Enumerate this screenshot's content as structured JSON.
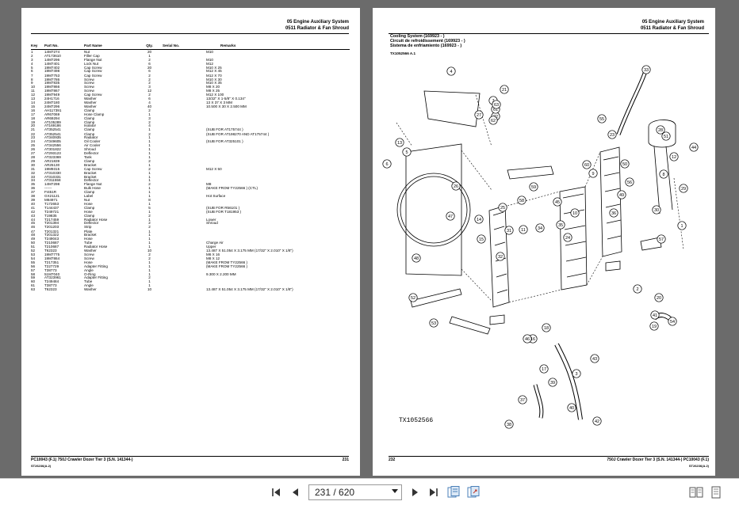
{
  "left_page": {
    "header_line1": "05 Engine Auxiliary System",
    "header_line2": "0511 Radiator & Fan Shroud",
    "columns": [
      "Key",
      "Part No.",
      "Part Name",
      "Qty.",
      "Serial No.",
      "Remarks"
    ],
    "rows": [
      [
        "1",
        "14M7274",
        "Nut",
        "20",
        "",
        "M10"
      ],
      [
        "2",
        "AT173610",
        "Filler Cap",
        "1",
        "",
        ""
      ],
      [
        "3",
        "14M7296",
        "Flange Nut",
        "2",
        "",
        "M10"
      ],
      [
        "4",
        "14M7401",
        "Lock Nut",
        "6",
        "",
        "M12"
      ],
      [
        "5",
        "19M7402",
        "Cap Screw",
        "20",
        "",
        "M10 X 25"
      ],
      [
        "6",
        "19M7498",
        "Cap Screw",
        "6",
        "",
        "M12 X 45"
      ],
      [
        "7",
        "19M7753",
        "Cap Screw",
        "2",
        "",
        "M12 X 70"
      ],
      [
        "8",
        "19M7786",
        "Screw",
        "2",
        "",
        "M10 X 30"
      ],
      [
        "9",
        "19M7835",
        "Screw",
        "2",
        "",
        "M10 X 35"
      ],
      [
        "10",
        "19M7866",
        "Screw",
        "3",
        "",
        "M8 X 20"
      ],
      [
        "11",
        "19M7867",
        "Screw",
        "12",
        "",
        "M8 X 25"
      ],
      [
        "12",
        "19M7949",
        "Cap Screw",
        "2",
        "",
        "M12 X 100"
      ],
      [
        "13",
        "24H1716",
        "Washer",
        "6",
        "",
        "13/32\" X 1-5/8\" X 0.134\""
      ],
      [
        "14",
        "24M7180",
        "Washer",
        "4",
        "",
        "13 X 37 X 3 MM"
      ],
      [
        "15",
        "24M7296",
        "Washer",
        "40",
        "",
        "10.500 X 30 X 2.500 MM"
      ],
      [
        "16",
        "AH117391",
        "Clamp",
        "2",
        "",
        ""
      ],
      [
        "17",
        "AR67069",
        "Hose Clamp",
        "1",
        "",
        ""
      ],
      [
        "18",
        "AR69294",
        "Clamp",
        "3",
        "",
        ""
      ],
      [
        "19",
        "AT105289",
        "Clamp",
        "2",
        "",
        ""
      ],
      [
        "20",
        "AT169186",
        "Isolator",
        "4",
        "",
        ""
      ],
      [
        "21",
        "AT352541",
        "Clamp",
        "1",
        "",
        "(SUB FOR AT175744 )"
      ],
      [
        "22",
        "AT352541",
        "Clamp",
        "2",
        "",
        "(SUB FOR AT198270 AND AT175744 )"
      ],
      [
        "23",
        "AT340935",
        "Radiator",
        "1",
        "",
        ""
      ],
      [
        "24",
        "AT349605",
        "Oil Cooler",
        "1",
        "",
        "(SUB FOR AT325101 )"
      ],
      [
        "25",
        "AT342556",
        "Air Cooler",
        "1",
        "",
        ""
      ],
      [
        "26",
        "AT301822",
        "Shroud",
        "1",
        "",
        ""
      ],
      [
        "27",
        "AT293123",
        "Deflector",
        "1",
        "",
        ""
      ],
      [
        "28",
        "AT323369",
        "Tank",
        "1",
        "",
        ""
      ],
      [
        "29",
        "AR21839",
        "Clamp",
        "2",
        "",
        ""
      ],
      [
        "30",
        "AR25130",
        "Bracket",
        "1",
        "",
        ""
      ],
      [
        "31",
        "19M9315",
        "Cap Screw",
        "2",
        "",
        "M12 X 50"
      ],
      [
        "32",
        "AT310330",
        "Bracket",
        "1",
        "",
        ""
      ],
      [
        "33",
        "AT310331",
        "Bracket",
        "1",
        "",
        ""
      ],
      [
        "34",
        "AT311558",
        "Deflector",
        "1",
        "",
        ""
      ],
      [
        "35",
        "14M7298",
        "Flange Nut",
        "2",
        "",
        "M8"
      ],
      [
        "36",
        "------",
        "Bulk Hose",
        "1",
        "",
        "(MAKE FROM TY22566 ) (CTL)"
      ],
      [
        "37",
        "FI451R",
        "Clamp",
        "1",
        "",
        ""
      ],
      [
        "38",
        "GX21121",
        "Label",
        "1",
        "",
        "Hot Surface"
      ],
      [
        "39",
        "M84971",
        "Nut",
        "8",
        "",
        ""
      ],
      [
        "40",
        "T172653",
        "Hose",
        "1",
        "",
        ""
      ],
      [
        "41",
        "T144437",
        "Clamp",
        "5",
        "",
        "(SUB FOR R56101 )"
      ],
      [
        "42",
        "T249721",
        "Hose",
        "1",
        "",
        "(SUB FOR T181953 )"
      ],
      [
        "43",
        "T19835",
        "Clamp",
        "2",
        "",
        ""
      ],
      [
        "44",
        "T217459",
        "Radiator Hose",
        "1",
        "",
        "Lower"
      ],
      [
        "45",
        "T201394",
        "Deflector",
        "2",
        "",
        "Shroud"
      ],
      [
        "46",
        "T201203",
        "Strip",
        "2",
        "",
        ""
      ],
      [
        "47",
        "T201321",
        "Plate",
        "1",
        "",
        ""
      ],
      [
        "48",
        "T201322",
        "Bracket",
        "1",
        "",
        ""
      ],
      [
        "49",
        "T249043",
        "Hose",
        "1",
        "",
        ""
      ],
      [
        "50",
        "T210687",
        "Tube",
        "1",
        "",
        "Charge Air"
      ],
      [
        "51",
        "T210687",
        "Radiator Hose",
        "1",
        "",
        "Upper"
      ],
      [
        "52",
        "T62323",
        "Washer",
        "10",
        "",
        "13.487 X 51.054 X 3.175 MM (17/32\" X 2.010\" X 1/8\")"
      ],
      [
        "53",
        "19M7775",
        "Screw",
        "2",
        "",
        "M6 X 16"
      ],
      [
        "54",
        "19M7864",
        "Screw",
        "2",
        "",
        "M8 X 12"
      ],
      [
        "55",
        "T217351",
        "Hose",
        "1",
        "",
        "(MAKE FROM TY22566 )"
      ],
      [
        "56",
        "T227729",
        "Adapter Fitting",
        "1",
        "",
        "(MAKE FROM TY22566 )"
      ],
      [
        "57",
        "T38773",
        "Angle",
        "1",
        "",
        ""
      ],
      [
        "58",
        "51M7040",
        "O-Ring",
        "1",
        "",
        "9.300 X 2.200 MM"
      ],
      [
        "59",
        "AT323961",
        "Adapter Fitting",
        "2",
        "",
        ""
      ],
      [
        "60",
        "T249484",
        "Tube",
        "1",
        "",
        ""
      ],
      [
        "61",
        "T38773",
        "Angle",
        "1",
        "",
        ""
      ],
      [
        "63",
        "T62323",
        "Washer",
        "10",
        "",
        "13.487 X 51.054 X 3.175 MM (17/32\" X 2.010\" X 1/8\")"
      ]
    ],
    "footer_left": "PC10043   (F.1)      750J Crawler Dozer Tier 3 (S.N. 141344-)",
    "footer_page": "231",
    "footer_code": "ST26236(A.2)"
  },
  "right_page": {
    "header_line1": "05 Engine Auxiliary System",
    "header_line2": "0511 Radiator & Fan Shroud",
    "title_en": "Cooling System (169923 - )",
    "title_fr": "Circuit de refroidissement (169923 - )",
    "title_es": "Sistema de enfriamiento (169923 - )",
    "figure_id": "TX1052566 A.1",
    "figure_ref": "TX1052566",
    "footer_page": "232",
    "footer_right": "750J Crawler Dozer Tier 3 (S.N. 141344-)    PC10043   (F.1)",
    "footer_code": "ST26236(A.2)",
    "callouts": [
      "1",
      "2",
      "3",
      "4",
      "5",
      "6",
      "7",
      "8",
      "9",
      "10",
      "11",
      "12",
      "13",
      "14",
      "15",
      "16",
      "17",
      "18",
      "19",
      "20",
      "21",
      "22",
      "23",
      "24",
      "25",
      "26",
      "27",
      "28",
      "29",
      "30",
      "31",
      "32",
      "33",
      "34",
      "35",
      "36",
      "37",
      "38",
      "39",
      "40",
      "41",
      "42",
      "43",
      "44",
      "45",
      "46",
      "47",
      "48",
      "49",
      "50",
      "51",
      "52",
      "53",
      "54",
      "55",
      "56",
      "57",
      "58",
      "59",
      "60",
      "61",
      "62",
      "63"
    ]
  },
  "toolbar": {
    "current_page": "231",
    "separator": "/",
    "total_pages": "620",
    "page_text": "231 / 620"
  }
}
